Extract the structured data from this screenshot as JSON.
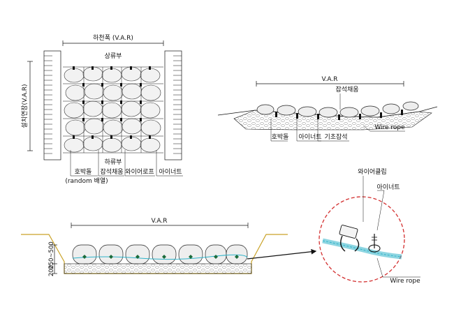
{
  "plan": {
    "width_label": "하천폭 (V.A.R)",
    "length_label": "설치연장(V.A.R)",
    "upstream": "상류부",
    "downstream": "하류부",
    "callouts": [
      "호박돌",
      "(random 배열)",
      "잡석채움",
      "와이어로프",
      "아이너트"
    ]
  },
  "section_top": {
    "var_label": "V.A.R",
    "fill_label": "잡석채움",
    "callouts": [
      "호박돌",
      "아이너트",
      "기초잡석"
    ],
    "wire_label": "Wire rope"
  },
  "section_bottom": {
    "var_label": "V.A.R",
    "dim_height": "250~500",
    "dim_base": "200"
  },
  "detail": {
    "clip_label": "와이어클립",
    "anchor_label": "아이너트",
    "wire_label": "Wire rope",
    "circle_color": "#d32f2f",
    "wire_color": "#2fb3c9"
  }
}
